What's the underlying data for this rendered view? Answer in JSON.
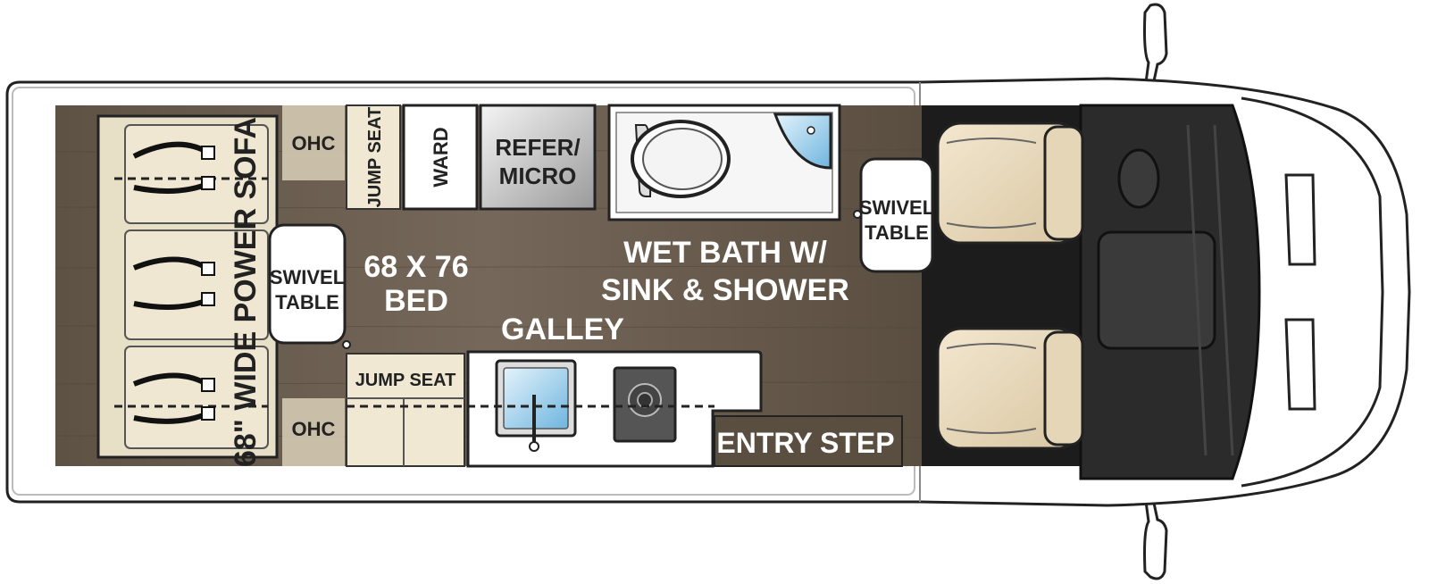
{
  "labels": {
    "sofa": "68\" WIDE POWER SOFA",
    "ohc_top": "OHC",
    "ohc_bottom": "OHC",
    "jump_seat_top": "JUMP SEAT",
    "jump_seat_bottom": "JUMP SEAT",
    "ward": "WARD",
    "refer_line1": "REFER/",
    "refer_line2": "MICRO",
    "swivel_rear_line1": "SWIVEL",
    "swivel_rear_line2": "TABLE",
    "swivel_front_line1": "SWIVEL",
    "swivel_front_line2": "TABLE",
    "bed_line1": "68 X 76",
    "bed_line2": "BED",
    "bath_line1": "WET BATH W/",
    "bath_line2": "SINK & SHOWER",
    "galley": "GALLEY",
    "entry_step": "ENTRY STEP"
  },
  "colors": {
    "floor": "#6b5e4e",
    "cab_floor": "#1c1c1c",
    "cabinet": "#e8dfc7",
    "seat": "#e6d6b8",
    "water": "#8fc7e6",
    "text_light": "#ffffff",
    "text_dark": "#222222"
  }
}
